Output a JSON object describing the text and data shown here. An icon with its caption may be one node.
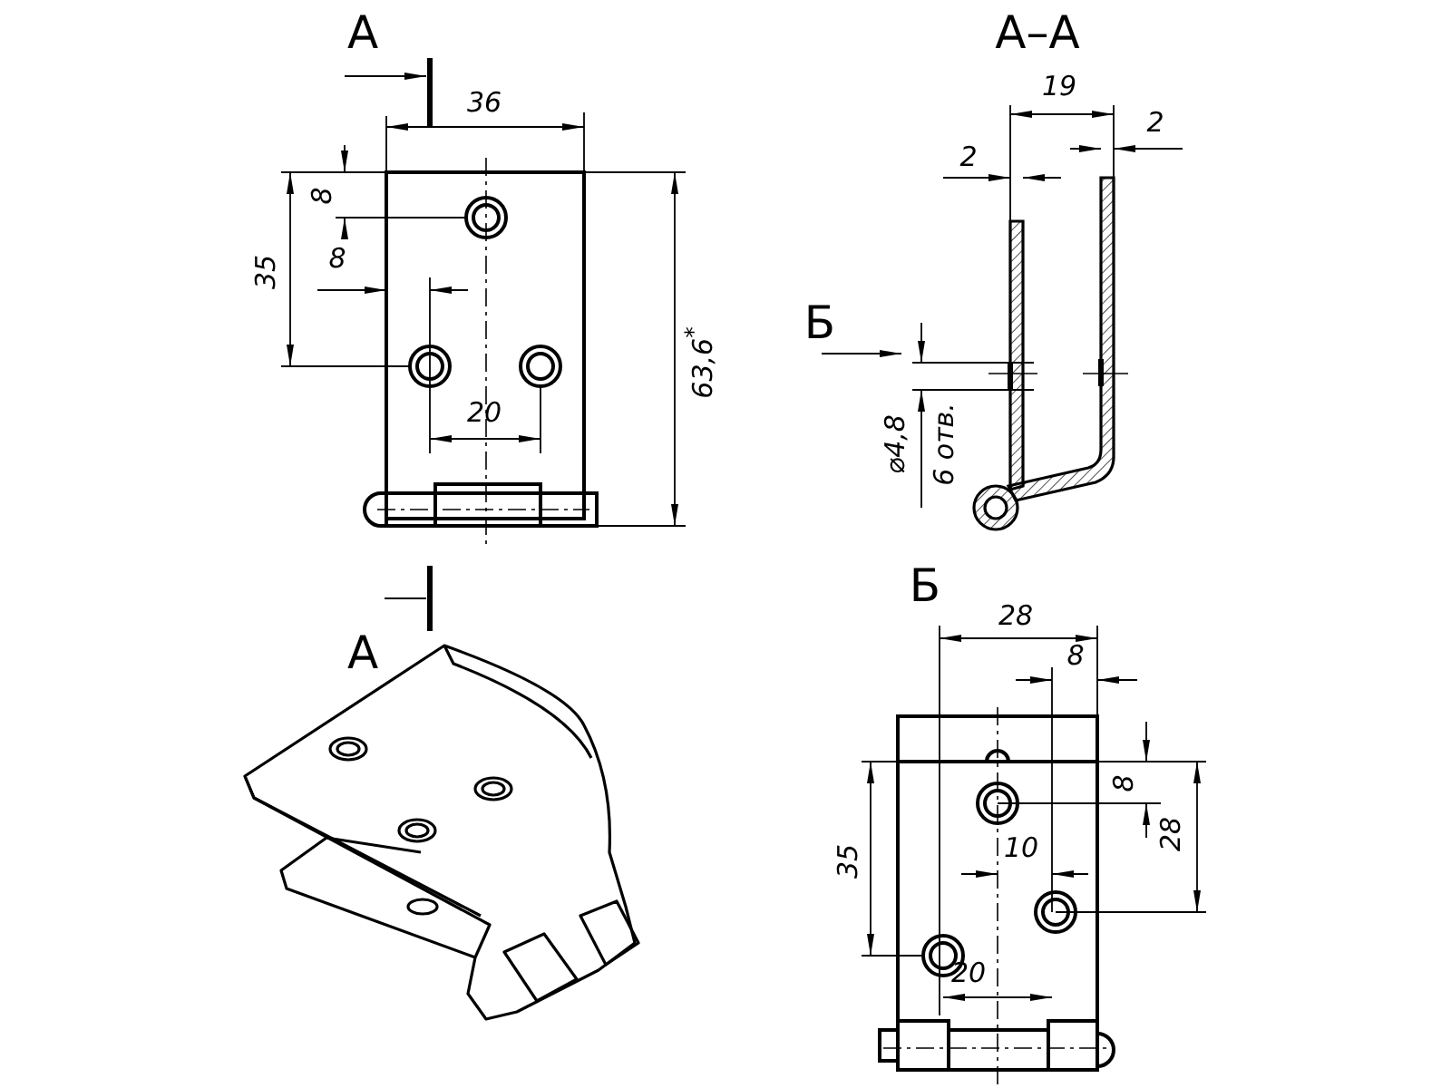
{
  "diagram": {
    "labels": [
      "А",
      "А–А",
      "36",
      "19",
      "2",
      "2",
      "8",
      "35",
      "8",
      "63,6$^{*}$",
      "Б",
      "20",
      "⌀4,8",
      "6 отв.",
      "Б",
      "А",
      "28",
      "8",
      "8",
      "35",
      "28",
      "10",
      "20"
    ]
  }
}
